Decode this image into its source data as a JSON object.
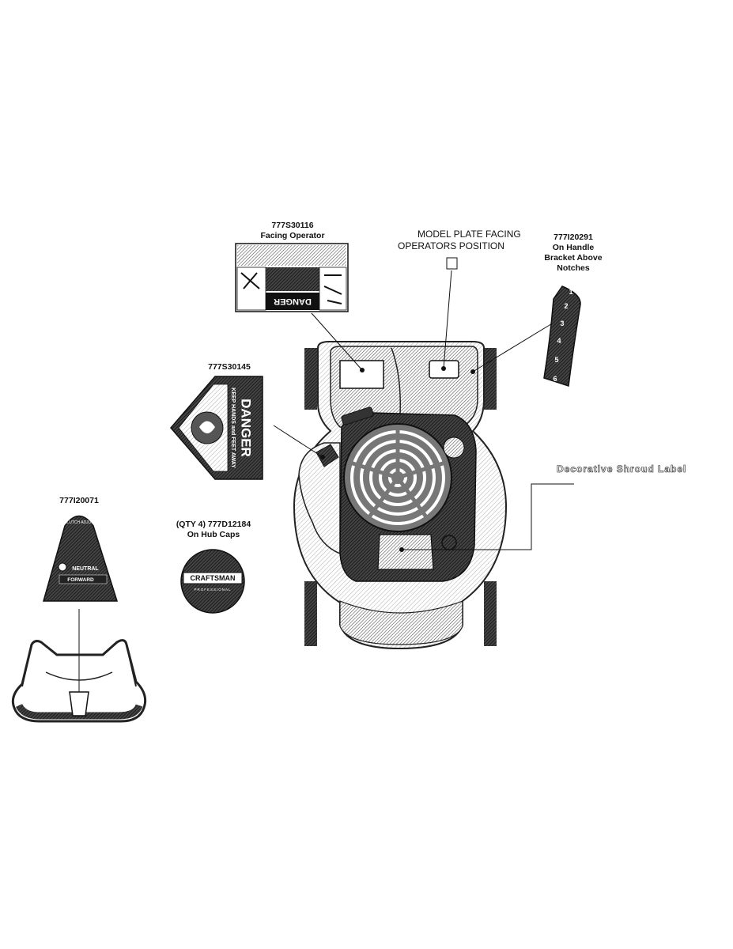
{
  "callouts": {
    "shroud_danger_label": {
      "part": "777S30116",
      "location": "Facing Operator"
    },
    "model_plate": {
      "line1": "MODEL PLATE FACING",
      "line2": "OPERATORS POSITION"
    },
    "handle_bracket_label": {
      "part": "777I20291",
      "line1": "On Handle",
      "line2": "Bracket Above",
      "line3": "Notches"
    },
    "side_danger_label": {
      "part": "777S30145"
    },
    "decorative_shroud": {
      "text": "Decorative Shroud Label"
    },
    "clutch_label": {
      "part": "777I20071"
    },
    "hub_caps": {
      "line1": "(QTY 4) 777D12184",
      "line2": "On Hub Caps"
    }
  },
  "decal_text": {
    "danger_word": "DANGER",
    "keep_away": "KEEP HANDS and FEET AWAY",
    "clutch_header": "DRIVE CLUTCH ADJUSTMENT",
    "neutral": "NEUTRAL",
    "forward": "FORWARD",
    "brand": "CRAFTSMAN",
    "brand_sub": "PROFESSIONAL",
    "notch_numbers": [
      "1",
      "2",
      "3",
      "4",
      "5",
      "6"
    ]
  }
}
